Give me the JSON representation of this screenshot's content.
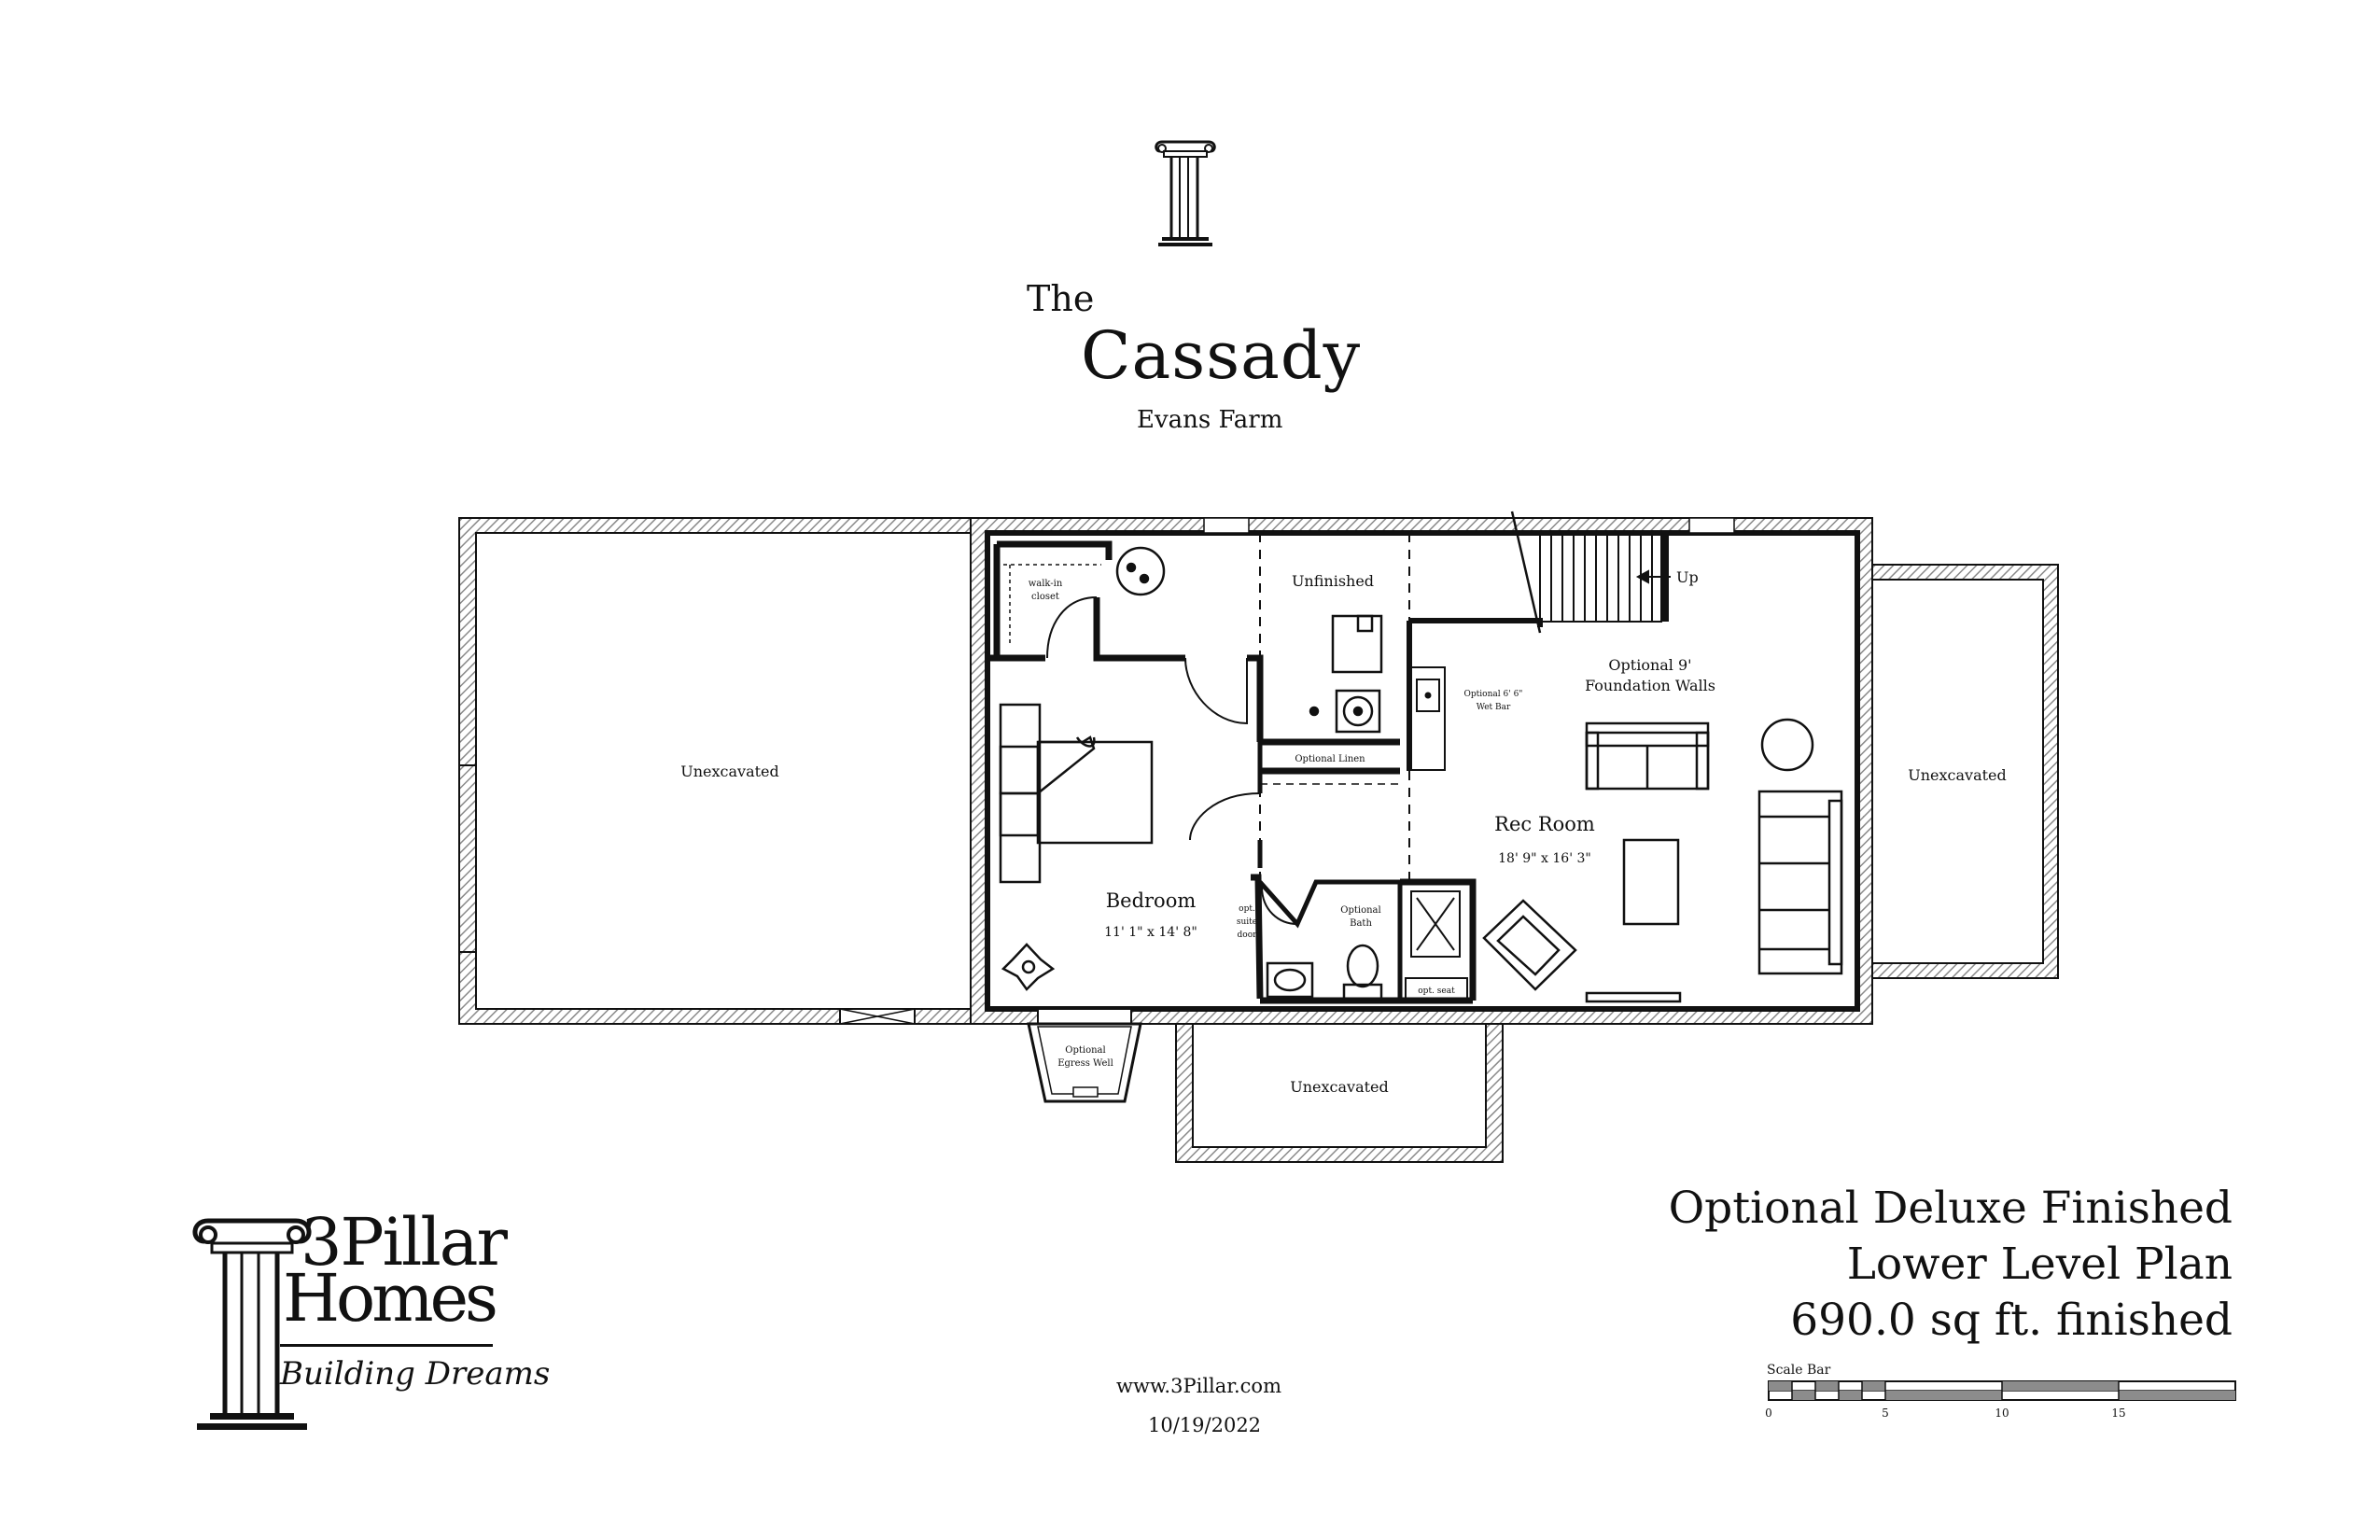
{
  "header": {
    "title_prefix": "The",
    "title": "Cassady",
    "subtitle": "Evans Farm"
  },
  "plan_title": {
    "line1": "Optional Deluxe Finished",
    "line2": "Lower Level Plan",
    "line3": "690.0 sq ft. finished"
  },
  "footer": {
    "url": "www.3Pillar.com",
    "date": "10/19/2022"
  },
  "logo": {
    "line1": "3Pillar",
    "line2": "Homes",
    "tagline": "Building Dreams"
  },
  "rooms": {
    "unexcavated_left": "Unexcavated",
    "unexcavated_right": "Unexcavated",
    "unexcavated_bottom": "Unexcavated",
    "walkin_closet_1": "walk-in",
    "walkin_closet_2": "closet",
    "unfinished": "Unfinished",
    "stairs_up": "Up",
    "foundation_1": "Optional 9'",
    "foundation_2": "Foundation Walls",
    "wet_bar_1": "Optional 6' 6\"",
    "wet_bar_2": "Wet Bar",
    "optional_linen": "Optional Linen",
    "rec_room_name": "Rec Room",
    "rec_room_dims": "18' 9\" x 16' 3\"",
    "bedroom_name": "Bedroom",
    "bedroom_dims": "11' 1\" x 14' 8\"",
    "suite_door_1": "opt.",
    "suite_door_2": "suite",
    "suite_door_3": "door",
    "bath_1": "Optional",
    "bath_2": "Bath",
    "opt_seat": "opt. seat",
    "egress_1": "Optional",
    "egress_2": "Egress Well"
  },
  "scale_bar": {
    "label": "Scale Bar",
    "ticks": [
      "0",
      "5",
      "10",
      "15"
    ]
  },
  "colors": {
    "ink": "#111111",
    "hatch": "#9a9a9a",
    "scale_fill": "#8c8c8c"
  }
}
